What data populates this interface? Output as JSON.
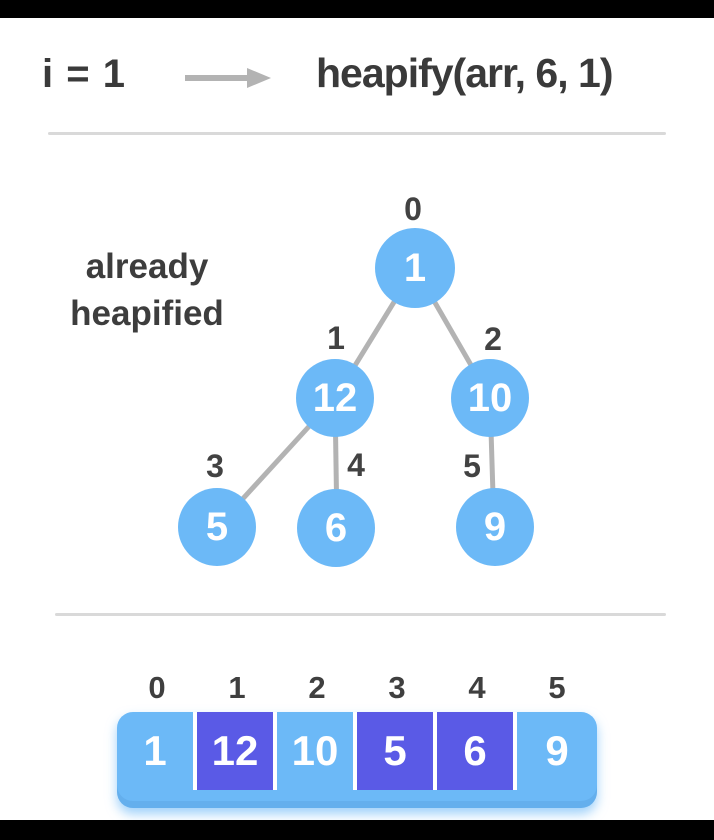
{
  "header": {
    "iterator": "i = 1",
    "call": "heapify(arr, 6, 1)"
  },
  "annotation": {
    "line1": "already",
    "line2": "heapified"
  },
  "tree": {
    "nodes": [
      {
        "index": "0",
        "value": "1"
      },
      {
        "index": "1",
        "value": "12"
      },
      {
        "index": "2",
        "value": "10"
      },
      {
        "index": "3",
        "value": "5"
      },
      {
        "index": "4",
        "value": "6"
      },
      {
        "index": "5",
        "value": "9"
      }
    ]
  },
  "array": {
    "indices": [
      "0",
      "1",
      "2",
      "3",
      "4",
      "5"
    ],
    "cells": [
      {
        "value": "1",
        "highlighted": false
      },
      {
        "value": "12",
        "highlighted": true
      },
      {
        "value": "10",
        "highlighted": false
      },
      {
        "value": "5",
        "highlighted": true
      },
      {
        "value": "6",
        "highlighted": true
      },
      {
        "value": "9",
        "highlighted": false
      }
    ]
  },
  "colors": {
    "node_blue": "#6cb9f7",
    "highlight_purple": "#5a5ae6",
    "text_dark": "#3a3a3a",
    "index_gray": "#424242",
    "edge_gray": "#b3b3b3",
    "divider_gray": "#d9d9d9",
    "letterbox_black": "#000000"
  }
}
